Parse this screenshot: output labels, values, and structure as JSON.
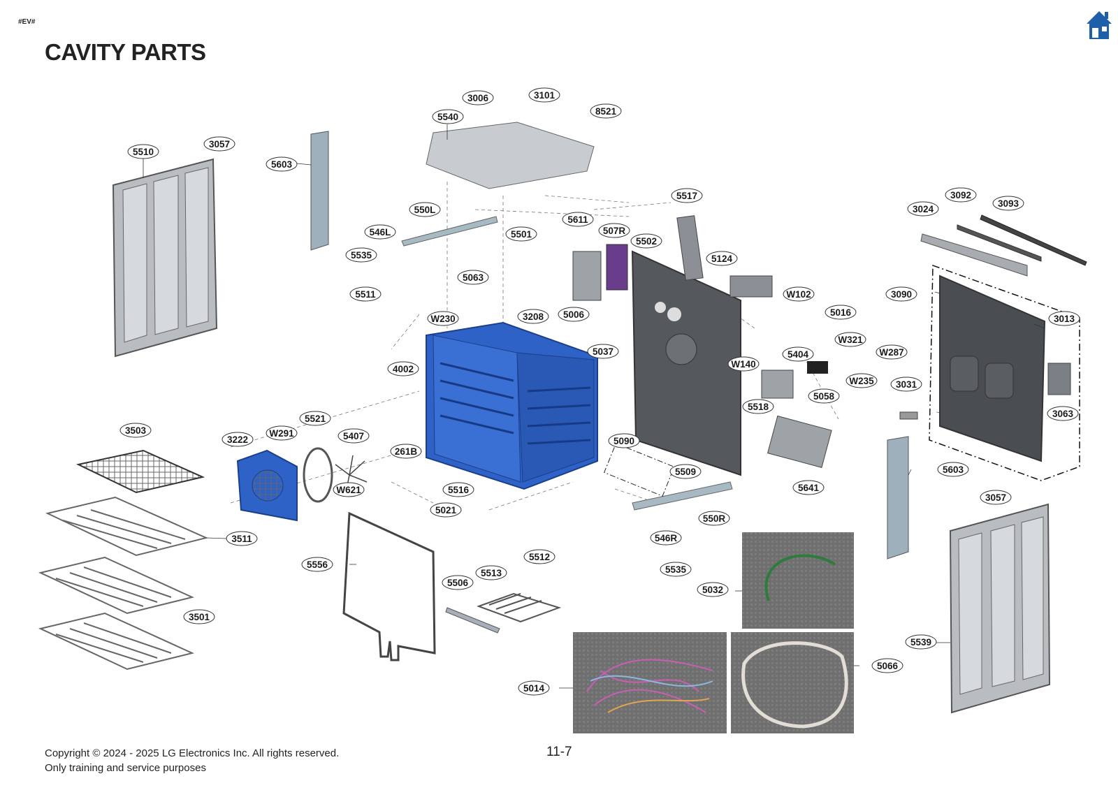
{
  "header": {
    "corner_tag": "#EV#",
    "title": "CAVITY PARTS",
    "home_icon": "home-icon"
  },
  "colors": {
    "cavity_blue": "#2f62c6",
    "part_gray": "#9aa0a6",
    "panel_dark": "#4a4d52",
    "label_border": "#333333"
  },
  "part_labels": [
    "3006",
    "3101",
    "8521",
    "5540",
    "5510",
    "3057",
    "5603",
    "5517",
    "3092",
    "3093",
    "3024",
    "550L",
    "546L",
    "5501",
    "5611",
    "507R",
    "5502",
    "5124",
    "5535",
    "5063",
    "5511",
    "3090",
    "W102",
    "5016",
    "3013",
    "W230",
    "3208",
    "5006",
    "5037",
    "5404",
    "W321",
    "W287",
    "4002",
    "W140",
    "W235",
    "3031",
    "5058",
    "5518",
    "3063",
    "3503",
    "5521",
    "3222",
    "W291",
    "5407",
    "5090",
    "261B",
    "5603",
    "W621",
    "5509",
    "5641",
    "5516",
    "3057",
    "5021",
    "550R",
    "3511",
    "546R",
    "5512",
    "5535",
    "5556",
    "5513",
    "5506",
    "5032",
    "3501",
    "5539",
    "5066",
    "5014"
  ],
  "footer": {
    "copyright_line1": "Copyright © 2024 - 2025 LG Electronics Inc. All rights reserved.",
    "copyright_line2": "Only training and service purposes",
    "page_number": "11-7"
  }
}
